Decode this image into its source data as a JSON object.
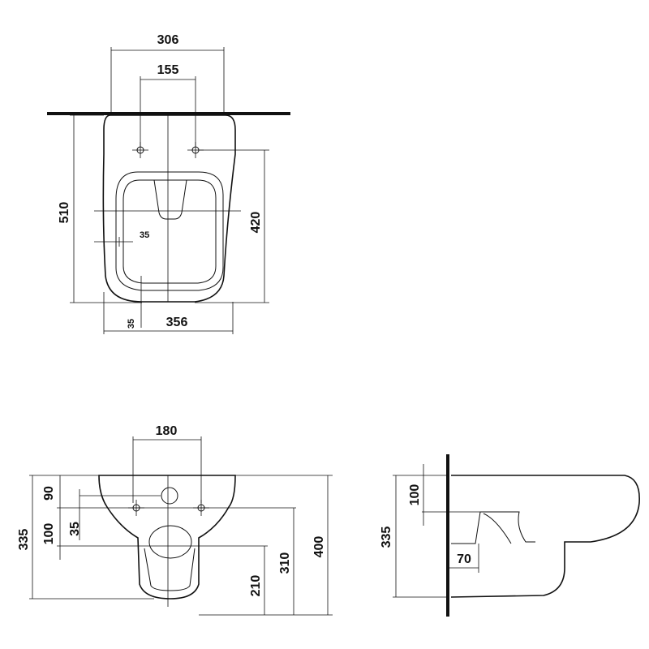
{
  "top_view": {
    "width_overall": "306",
    "bolt_spacing": "155",
    "length_overall": "510",
    "bolt_to_front": "420",
    "seat_offset": "35",
    "bottom_offset": "35",
    "bottom_width": "356"
  },
  "front_view": {
    "bolt_spacing": "180",
    "top_to_pipe": "90",
    "pipe_to_bolt": "35",
    "bolt_to_outlet": "100",
    "total_height_left": "335",
    "outlet_height": "210",
    "bolt_height": "310",
    "top_height": "400"
  },
  "side_view": {
    "upper_gap": "100",
    "total_height": "335",
    "outlet_projection": "70"
  }
}
